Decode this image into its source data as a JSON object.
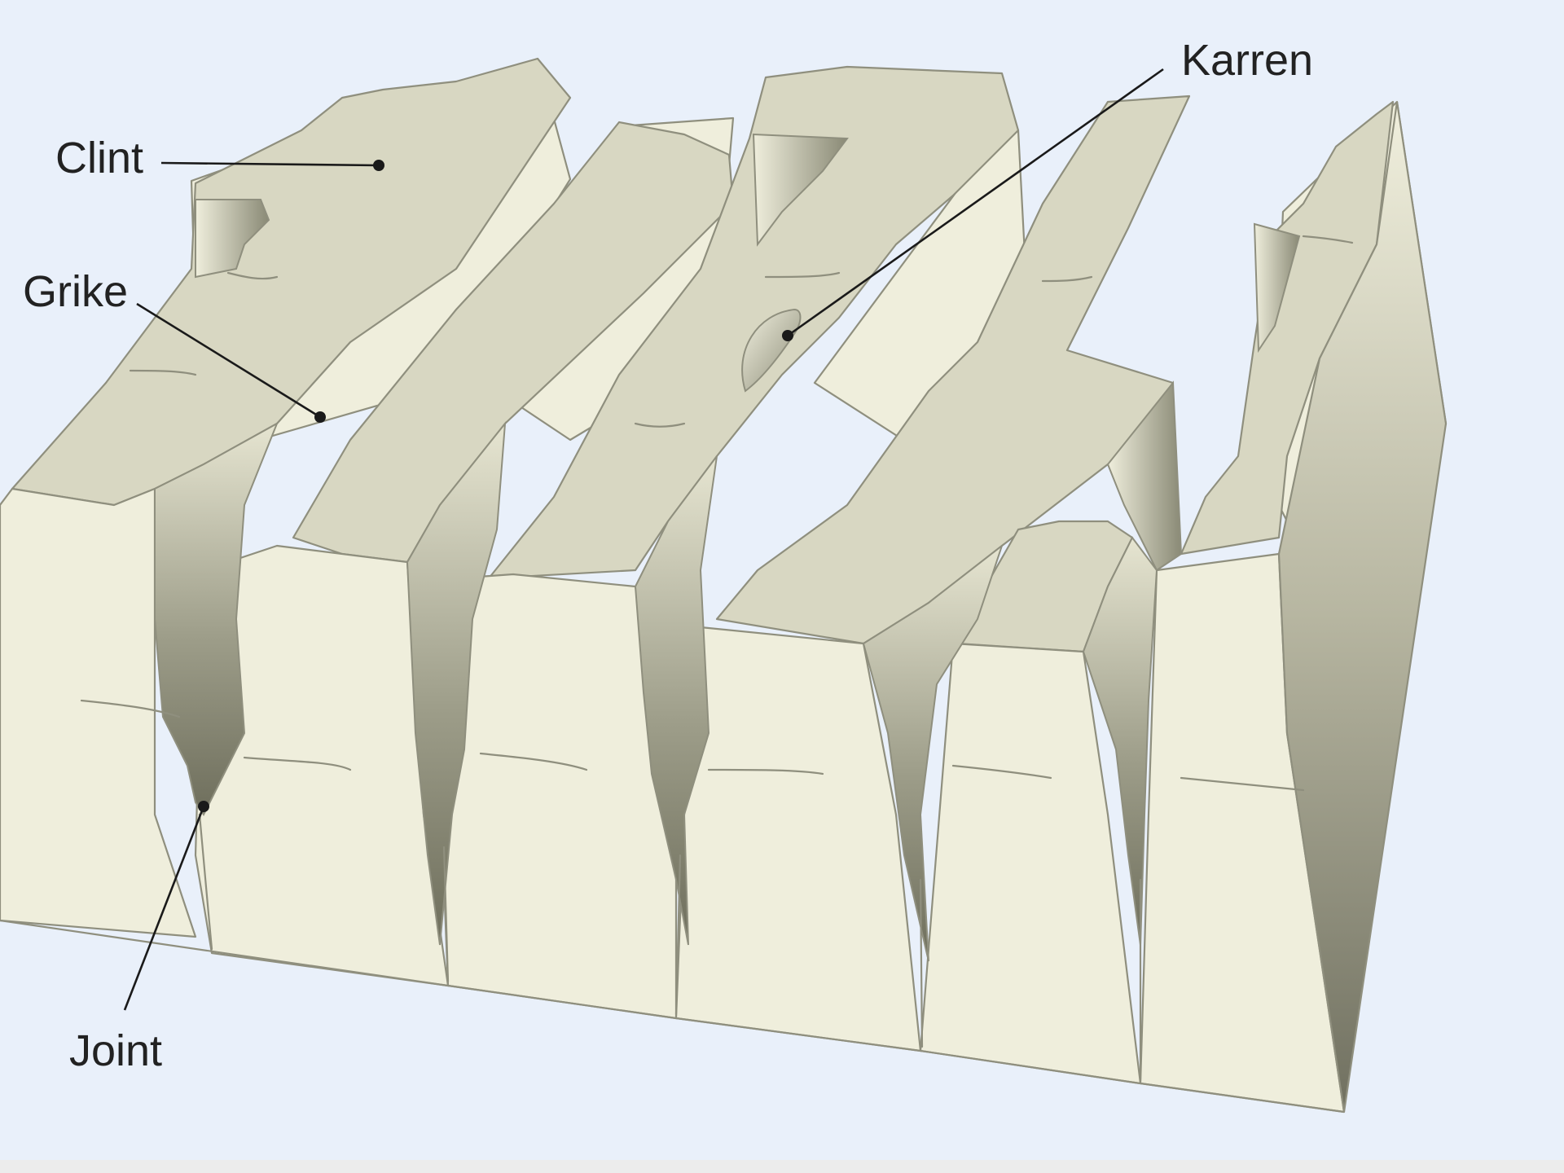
{
  "labels": {
    "clint": "Clint",
    "grike": "Grike",
    "karren": "Karren",
    "joint": "Joint"
  },
  "colors": {
    "background": "#e9f0fa",
    "rock_top": "#d8d7c2",
    "rock_face": "#efeedc",
    "grike_dark": "#7a7a68",
    "outline": "#8f8f7e"
  }
}
